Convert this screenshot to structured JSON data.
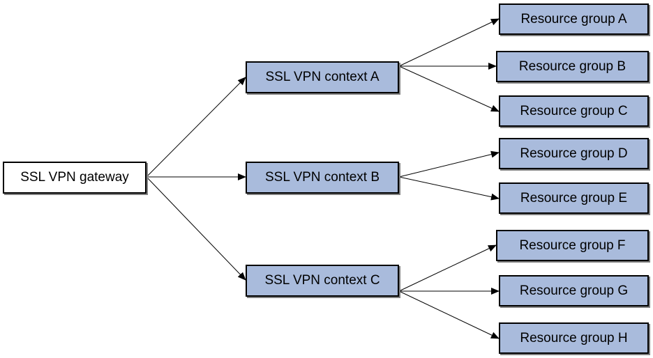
{
  "diagram": {
    "gateway": {
      "label": "SSL VPN gateway"
    },
    "contexts": [
      {
        "id": "ctx-a",
        "label": "SSL VPN context A"
      },
      {
        "id": "ctx-b",
        "label": "SSL VPN context B"
      },
      {
        "id": "ctx-c",
        "label": "SSL VPN context C"
      }
    ],
    "groups": [
      {
        "id": "grp-a",
        "label": "Resource group A",
        "parent": "ctx-a"
      },
      {
        "id": "grp-b",
        "label": "Resource group B",
        "parent": "ctx-a"
      },
      {
        "id": "grp-c",
        "label": "Resource group C",
        "parent": "ctx-a"
      },
      {
        "id": "grp-d",
        "label": "Resource group D",
        "parent": "ctx-b"
      },
      {
        "id": "grp-e",
        "label": "Resource group E",
        "parent": "ctx-b"
      },
      {
        "id": "grp-f",
        "label": "Resource group F",
        "parent": "ctx-c"
      },
      {
        "id": "grp-g",
        "label": "Resource group G",
        "parent": "ctx-c"
      },
      {
        "id": "grp-h",
        "label": "Resource group H",
        "parent": "ctx-c"
      }
    ],
    "colors": {
      "node_fill": "#a9bbdc",
      "root_fill": "#ffffff",
      "border": "#000000",
      "shadow": "#7f7f7f"
    }
  }
}
